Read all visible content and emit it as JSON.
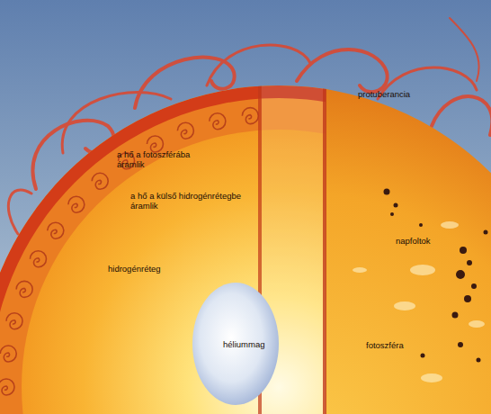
{
  "diagram": {
    "labels": [
      "a hő a fotoszférába áramlik",
      "a hő a külső hidrogénrétegbe áramlik",
      "hidrogénréteg",
      "héliummag",
      "protuberancia",
      "napfoltok",
      "fotoszféra"
    ]
  }
}
